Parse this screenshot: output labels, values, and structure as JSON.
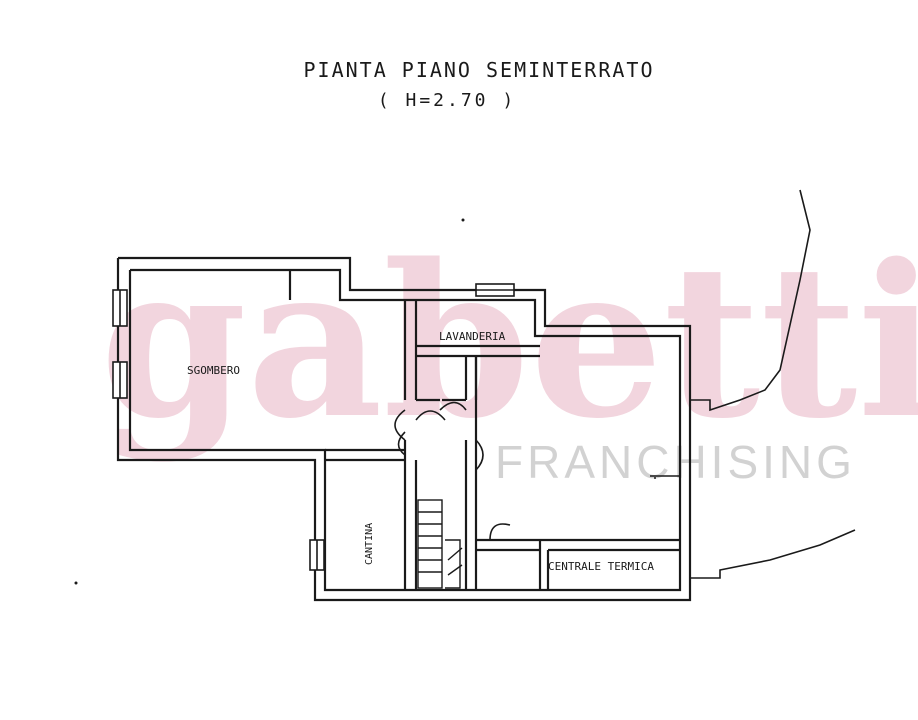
{
  "plan": {
    "title": "PIANTA PIANO SEMINTERRATO",
    "height_note": "( H=2.70 )"
  },
  "rooms": {
    "sgombero": "SGOMBERO",
    "lavanderia": "LAVANDERIA",
    "cantina": "CANTINA",
    "centrale_termica": "CENTRALE TERMICA"
  },
  "watermark": {
    "brand": "gabetti",
    "tagline": "FRANCHISING",
    "brand_color": "#e8b4c4",
    "tagline_color": "#c8c8c8"
  },
  "colors": {
    "ink": "#1a1a1a",
    "background": "#ffffff"
  }
}
